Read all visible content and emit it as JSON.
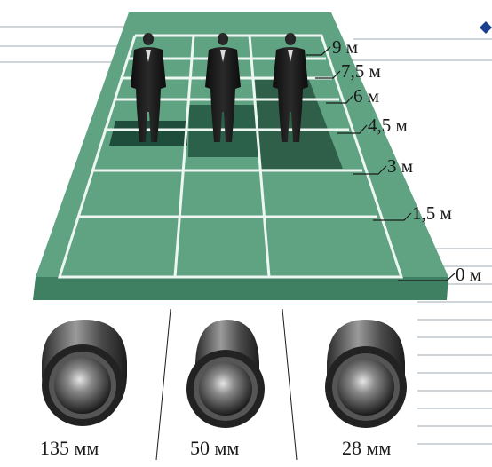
{
  "distance_marks": [
    "9 м",
    "7,5 м",
    "6 м",
    "4,5 м",
    "3 м",
    "1,5 м",
    "0 м"
  ],
  "lenses": [
    {
      "focal_label": "135 мм"
    },
    {
      "focal_label": "50 мм"
    },
    {
      "focal_label": "28 мм"
    }
  ],
  "colors": {
    "floor": "#5fa383",
    "floor_side": "#3f7f62",
    "grid_line": "#eef6f1",
    "highlight_135": "#1e4d3b",
    "highlight_50": "#2b604b",
    "highlight_28": "#2f5f49",
    "bullet": "#1b3f8f"
  },
  "icons": {
    "person": "businessman-silhouette-icon",
    "lens": "lens-barrel-icon",
    "bullet": "diamond-bullet-icon"
  }
}
